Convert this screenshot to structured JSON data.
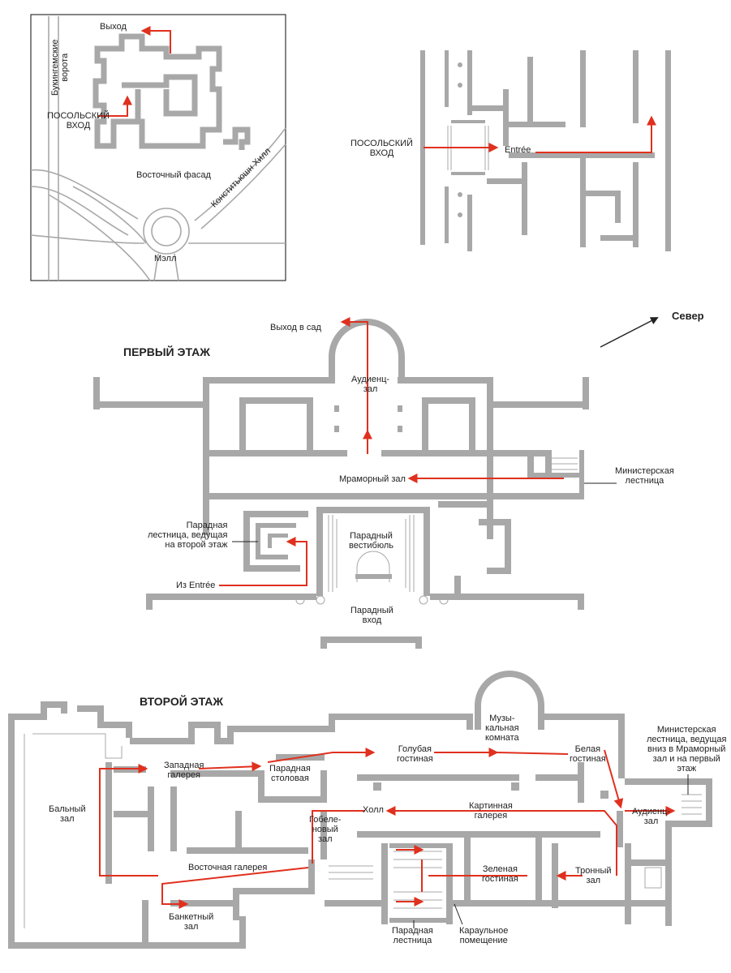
{
  "colors": {
    "wall": "#a8a8a8",
    "route": "#e0301e",
    "text": "#222222",
    "frame": "#333333"
  },
  "headings": {
    "ground_floor": "ПЕРВЫЙ ЭТАЖ",
    "first_floor": "ВТОРОЙ ЭТАЖ"
  },
  "north": {
    "label": "Север",
    "icon": "north-arrow-icon"
  },
  "site_map": {
    "exit": "Выход",
    "buckingham_gate": "Букингемские\nворота",
    "ambassadors_entrance": "ПОСОЛЬСКИЙ\nВХОД",
    "east_front": "Восточный фасад",
    "constitution_hill": "Конститьюшн Хилл",
    "mall": "Мэлл"
  },
  "entree_map": {
    "ambassadors_entrance": "ПОСОЛЬСКИЙ\nВХОД",
    "entree": "Entrée"
  },
  "ground_floor": {
    "exit_garden": "Выход в сад",
    "audience_hall": "Аудиенц-\nзал",
    "marble_hall": "Мраморный зал",
    "ministers_stair": "Министерская\nлестница",
    "grand_stair": "Парадная\nлестница, ведущая\nна второй этаж",
    "grand_hall": "Парадный\nвестибюль",
    "from_entree": "Из Entrée",
    "grand_entrance": "Парадный\nвход"
  },
  "first_floor": {
    "ballroom": "Бальный\nзал",
    "west_gallery": "Западная\nгалерея",
    "state_dining": "Парадная\nстоловая",
    "blue_drawing": "Голубая\nгостиная",
    "music_room": "Музы-\nкальная\nкомната",
    "white_drawing": "Белая\nгостиная",
    "ministers_stair": "Министерская\nлестница, ведущая\nвниз в Мраморный\nзал и на первый\nэтаж",
    "hall": "Холл",
    "picture_gallery": "Картинная\nгалерея",
    "tapestry_room": "Гобеле-\nновый\nзал",
    "audience_room": "Аудиенц-\nзал",
    "east_gallery": "Восточная галерея",
    "green_drawing": "Зеленая\nгостиная",
    "throne_room": "Тронный\nзал",
    "banquet_hall": "Банкетный\nзал",
    "grand_staircase": "Парадная\nлестница",
    "guard_room": "Караульное\nпомещение"
  }
}
